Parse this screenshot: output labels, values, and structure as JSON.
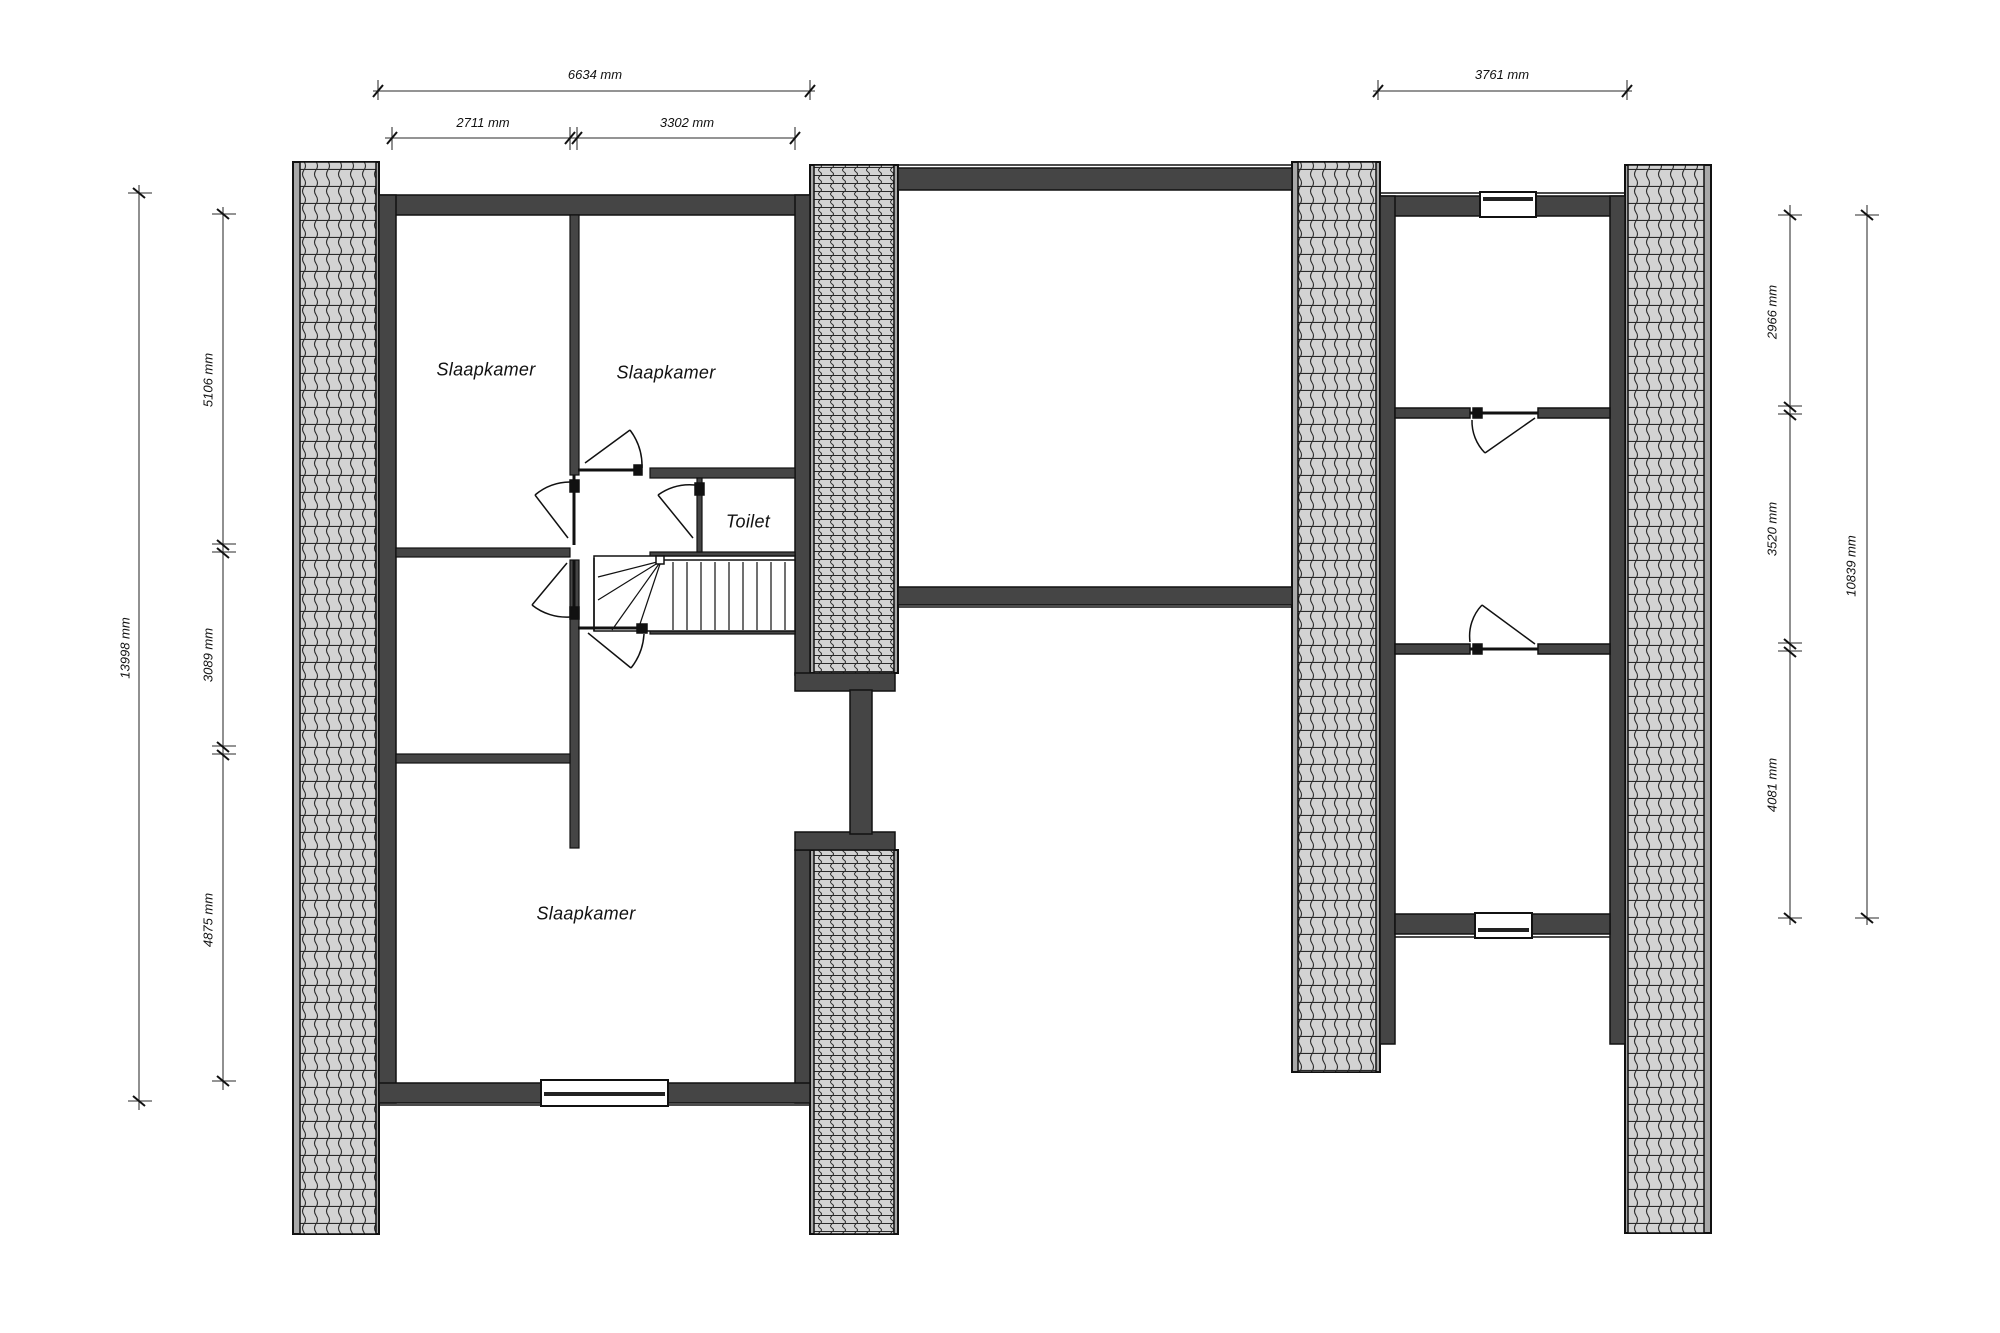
{
  "floorplan": {
    "type": "attic floor plan",
    "colors": {
      "wall": "#454545",
      "roof_tile": "#d3d3d3",
      "roof_edge": "#a8a8a8",
      "line": "#111111",
      "background": "#ffffff"
    },
    "rooms": [
      {
        "id": "bedroom-1",
        "label": "Slaapkamer"
      },
      {
        "id": "bedroom-2",
        "label": "Slaapkamer"
      },
      {
        "id": "toilet",
        "label": "Toilet"
      },
      {
        "id": "bedroom-3",
        "label": "Slaapkamer"
      }
    ],
    "dimensions": {
      "top_total_left": "6634 mm",
      "top_left_room": "2711 mm",
      "top_right_room": "3302 mm",
      "top_right_unit": "3761 mm",
      "left_total": "13998 mm",
      "left_upper": "5106 mm",
      "left_middle": "3089 mm",
      "left_lower": "4875 mm",
      "right_upper": "2966 mm",
      "right_middle": "3520 mm",
      "right_lower": "4081 mm",
      "right_total": "10839 mm"
    },
    "icons": {
      "door": "door-swing-arc",
      "window": "window-opening",
      "stairs": "staircase",
      "roof": "roof-tile-hatch"
    }
  }
}
